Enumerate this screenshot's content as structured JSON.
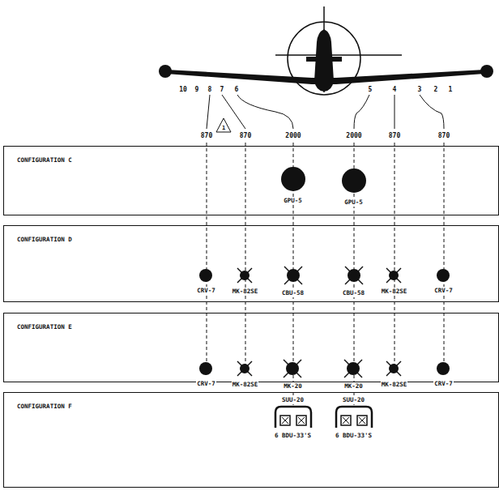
{
  "diagram": {
    "nodes": [
      {
        "text": [
          "CONFIGURATION C"
        ]
      },
      {
        "text": [
          "GPU-5"
        ],
        "in": 0
      },
      {
        "text": [
          "GPU-5"
        ],
        "in": 0
      },
      {
        "text": [
          "CONFIGURATION D"
        ]
      },
      {
        "text": [
          "CRV-7"
        ],
        "in": 3
      },
      {
        "text": [
          "MK-82SE"
        ],
        "in": 3
      },
      {
        "text": [
          "CBU-58"
        ],
        "in": 3
      },
      {
        "text": [
          "CBU-58"
        ],
        "in": 3
      },
      {
        "text": [
          "MK-82SE"
        ],
        "in": 3
      },
      {
        "text": [
          "CRV-7"
        ],
        "in": 3
      },
      {
        "text": [
          "CONFIGURATION E"
        ]
      },
      {
        "text": [
          "CRV-7"
        ],
        "in": 10
      },
      {
        "text": [
          "MK-82SE"
        ],
        "in": 10
      },
      {
        "text": [
          "MK-20"
        ],
        "in": 10
      },
      {
        "text": [
          "MK-20"
        ],
        "in": 10
      },
      {
        "text": [
          "MK-82SE"
        ],
        "in": 10
      },
      {
        "text": [
          "CRV-7"
        ],
        "in": 10
      },
      {
        "text": [
          "CONFIGURATION F"
        ]
      },
      {
        "text": [
          "SUU-20",
          "6 BDU-33'S"
        ],
        "in": 17
      },
      {
        "text": [
          "SUU-20",
          "6 BDU-33'S"
        ],
        "in": 17
      }
    ],
    "labels": [
      "10",
      "9",
      "8",
      "7",
      "6",
      "5",
      "4",
      "3",
      "2",
      "1",
      "870",
      "1",
      "870",
      "2000",
      "2000",
      "870",
      "870"
    ]
  }
}
